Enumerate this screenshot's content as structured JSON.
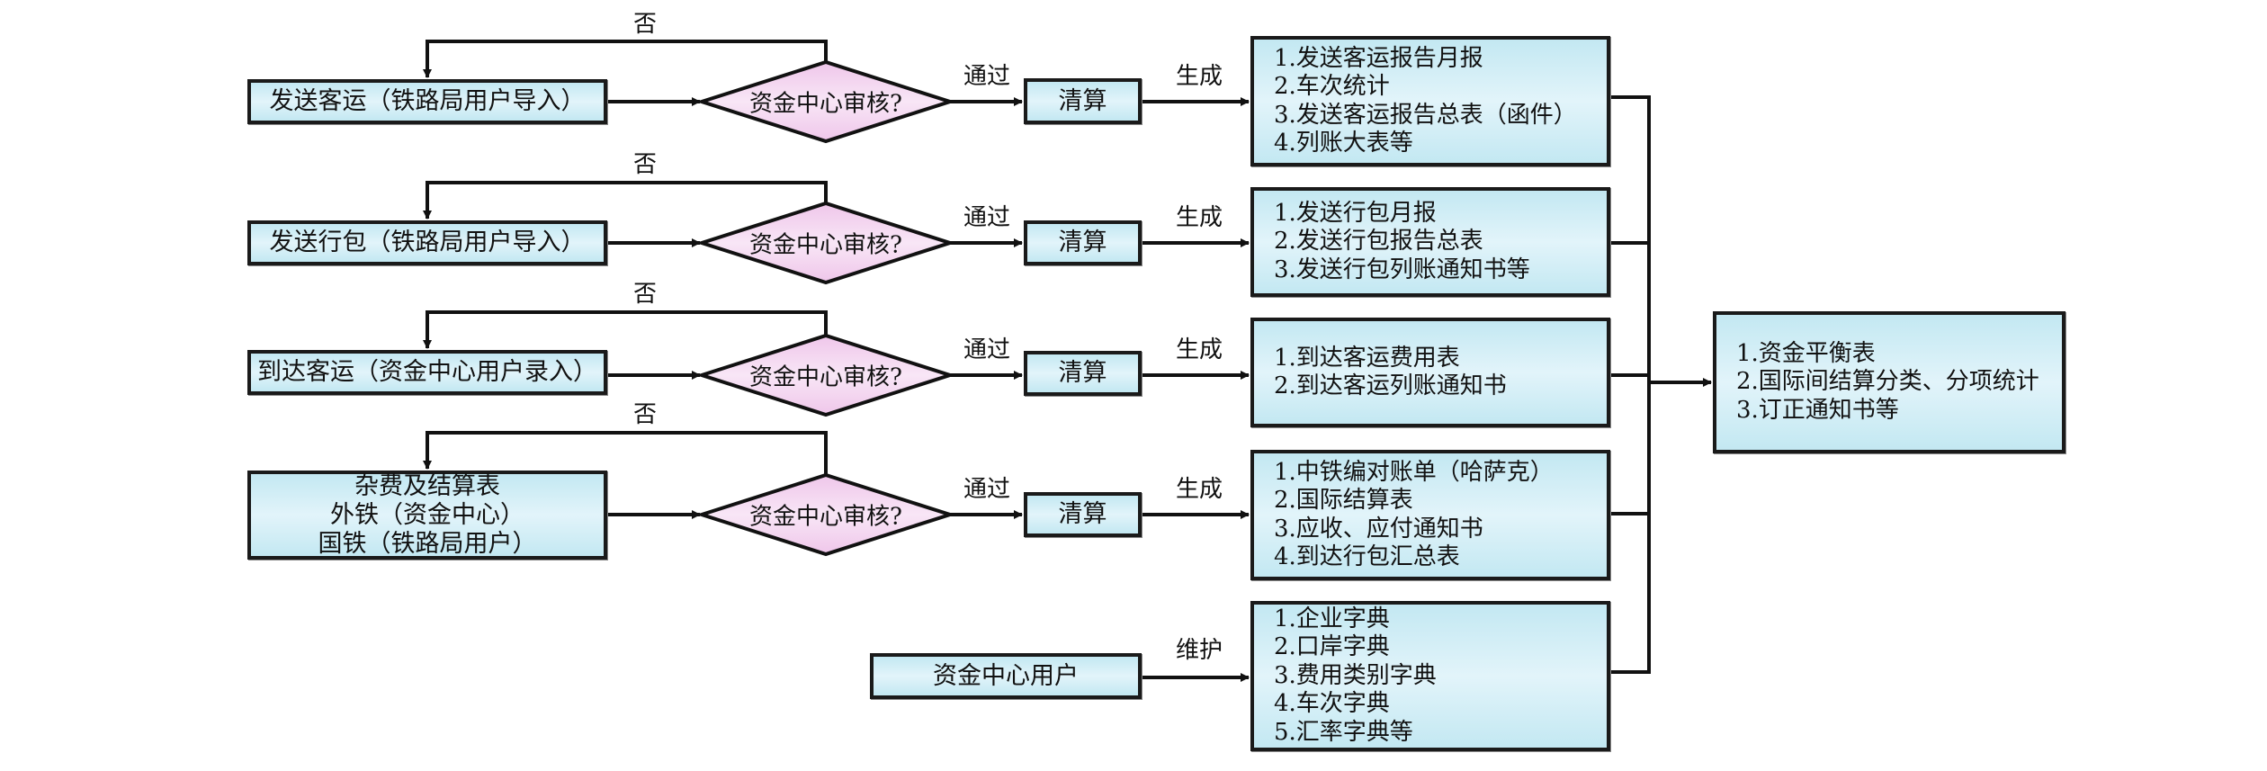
{
  "diagram": {
    "decision_label": "资金中心审核?",
    "reject_label": "否",
    "pass_label": "通过",
    "settle_label": "清算",
    "generate_label": "生成",
    "maintain_label": "维护",
    "rows": [
      {
        "source_lines": [
          "发送客运（铁路局用户导入）"
        ],
        "outputs": [
          "1.发送客运报告月报",
          "2.车次统计",
          "3.发送客运报告总表（函件）",
          "4.列账大表等"
        ]
      },
      {
        "source_lines": [
          "发送行包（铁路局用户导入）"
        ],
        "outputs": [
          "1.发送行包月报",
          "2.发送行包报告总表",
          "3.发送行包列账通知书等"
        ]
      },
      {
        "source_lines": [
          "到达客运（资金中心用户录入）"
        ],
        "outputs": [
          "1.到达客运费用表",
          "2.到达客运列账通知书"
        ]
      },
      {
        "source_lines": [
          "杂费及结算表",
          "外铁（资金中心）",
          "国铁（铁路局用户）"
        ],
        "outputs": [
          "1.中铁编对账单（哈萨克）",
          "2.国际结算表",
          "3.应收、应付通知书",
          "4.到达行包汇总表"
        ]
      }
    ],
    "maintenance": {
      "source": "资金中心用户",
      "outputs": [
        "1.企业字典",
        "2.口岸字典",
        "3.费用类别字典",
        "4.车次字典",
        "5.汇率字典等"
      ]
    },
    "final_outputs": [
      "1.资金平衡表",
      "2.国际间结算分类、分项统计",
      "3.订正通知书等"
    ],
    "colors": {
      "box_fill": "#c3e8f2",
      "box_fill_light": "#e2f4fa",
      "decision_fill": "#efc6ea",
      "decision_fill_light": "#f8e6f6",
      "line": "#111111"
    }
  }
}
